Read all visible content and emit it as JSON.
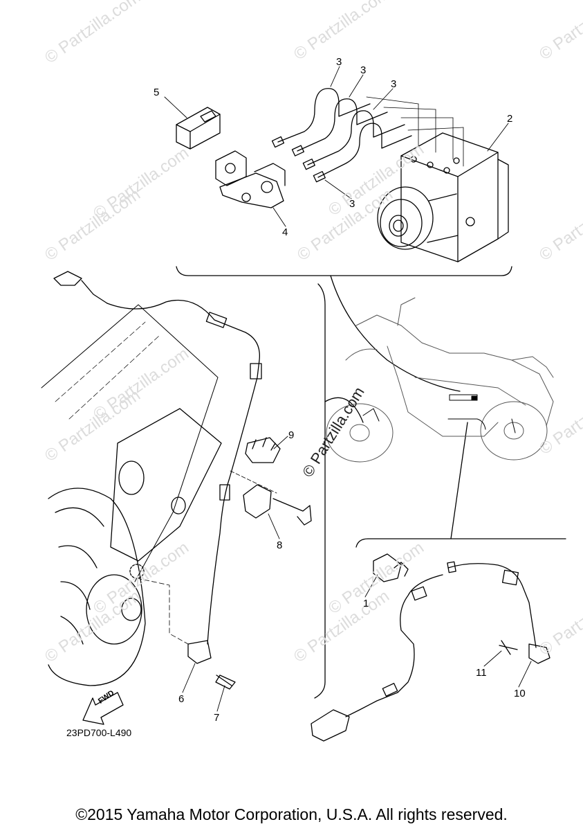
{
  "watermark": {
    "text": "© Partzilla.com"
  },
  "callouts": {
    "c1": "1",
    "c2": "2",
    "c3a": "3",
    "c3b": "3",
    "c3c": "3",
    "c3d": "3",
    "c4": "4",
    "c5": "5",
    "c6": "6",
    "c7": "7",
    "c8": "8",
    "c9": "9",
    "c10": "10",
    "c11": "11"
  },
  "fwd_label": "FWD",
  "diagram_code": "23PD700-L490",
  "copyright": "©2015 Yamaha Motor Corporation, U.S.A. All rights reserved."
}
